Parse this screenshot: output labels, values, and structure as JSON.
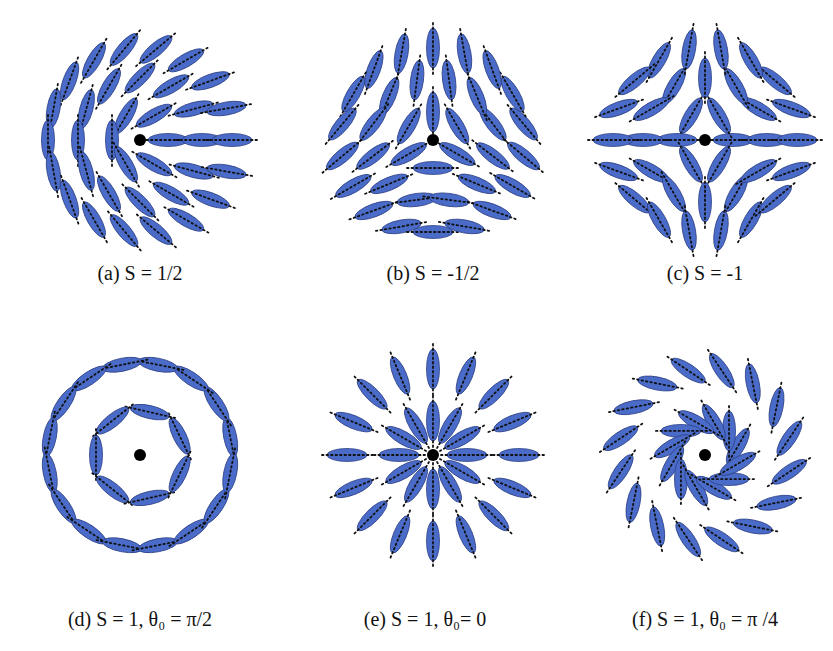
{
  "diagram": {
    "labels": [
      "(a) S = 1/2",
      "(b) S = -1/2",
      "(c) S = -1",
      "(d) S = 1, θ₀ = π/2",
      "(e) S = 1, θ₀= 0",
      "(f) S = 1, θ₀ = π /4"
    ]
  }
}
